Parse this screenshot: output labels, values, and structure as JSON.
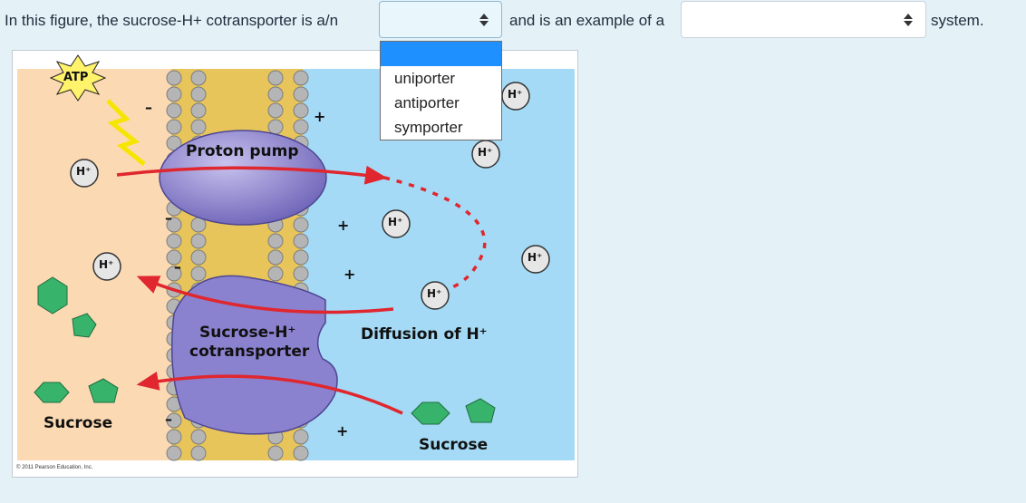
{
  "question": {
    "text_before": "In this figure, the sucrose-H+ cotransporter is a/n",
    "text_middle": "and is an example of a",
    "text_after": "system.",
    "select1": {
      "selected": "",
      "options": [
        "",
        "uniporter",
        "antiporter",
        "symporter"
      ]
    },
    "select2": {
      "selected": ""
    }
  },
  "figure": {
    "atp": "ATP",
    "proton_pump": "Proton pump",
    "cotransporter_line1": "Sucrose-H⁺",
    "cotransporter_line2": "cotransporter",
    "diffusion": "Diffusion of H⁺",
    "sucrose_left": "Sucrose",
    "sucrose_right": "Sucrose",
    "proton": "H⁺",
    "plus": "+",
    "minus": "–",
    "copyright": "© 2011 Pearson Education, Inc.",
    "colors": {
      "cytoplasm": "#fbd9b3",
      "exterior": "#a4daf5",
      "protein": "#8b82cf",
      "arrow": "#e0262e",
      "sucrose": "#37b36b"
    }
  }
}
